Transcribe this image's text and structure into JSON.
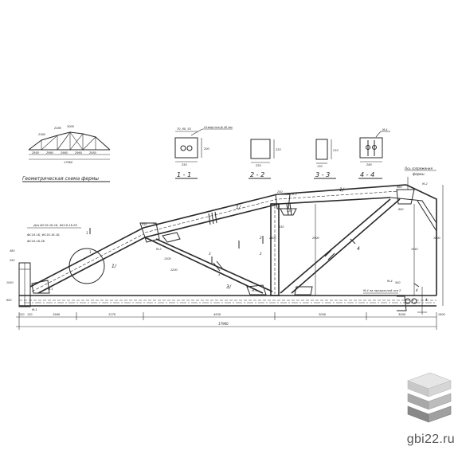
{
  "scheme": {
    "caption": "Геометрическая схема фермы",
    "dims": [
      "2950",
      "2960",
      "2960",
      "2960",
      "2950"
    ],
    "heights": [
      "2360",
      "2580",
      "3000"
    ],
    "span": "17960"
  },
  "sections": {
    "s1": {
      "label": "1 - 1",
      "top": "70, 80, 55",
      "note": "Отверстия ф 40 мм",
      "width": "250",
      "height": "200"
    },
    "s2": {
      "label": "2 - 2",
      "width": "220",
      "height": "220"
    },
    "s3": {
      "label": "3 - 3",
      "width": "130",
      "height": "210"
    },
    "s4": {
      "label": "4 - 4",
      "tag": "М-4",
      "width": "280"
    }
  },
  "truss": {
    "left_note_1": "Для ФС18-1Б.1Б, ФС18-1Б.26",
    "left_note_2": "ФС18-1Б, ФС18-1Б.1Б,",
    "left_note_3": "ФС18-1Б.2Б",
    "right_note_1": "Ось сопряжения",
    "right_note_2": "фермы",
    "tags": [
      "М-1",
      "М-2",
      "М-3",
      "М-3",
      "М-4",
      "М-2",
      "М-1"
    ],
    "section_marks": [
      "1",
      "1",
      "2",
      "2",
      "3",
      "3",
      "4",
      "4"
    ],
    "chord_marks": [
      "1/",
      "1/",
      "1/",
      "3/",
      "4"
    ],
    "bottom_note": "М-4 на продольной оси 2",
    "node_dims": [
      "250",
      "270",
      "250",
      "1200",
      "120",
      "530",
      "400",
      "600"
    ],
    "left_dims": [
      "480",
      "250",
      "1050",
      "800"
    ],
    "right_dims": [
      "1800",
      "1800"
    ],
    "vert_dims": [
      "2900",
      "2600",
      "1300",
      "1940"
    ],
    "bottom_dims": [
      "1980",
      "1270",
      "4930",
      "3000",
      "3000"
    ],
    "small_dims": [
      "120",
      "130",
      "500"
    ],
    "span": "17960"
  },
  "brand": {
    "site": "gbi22.ru"
  }
}
